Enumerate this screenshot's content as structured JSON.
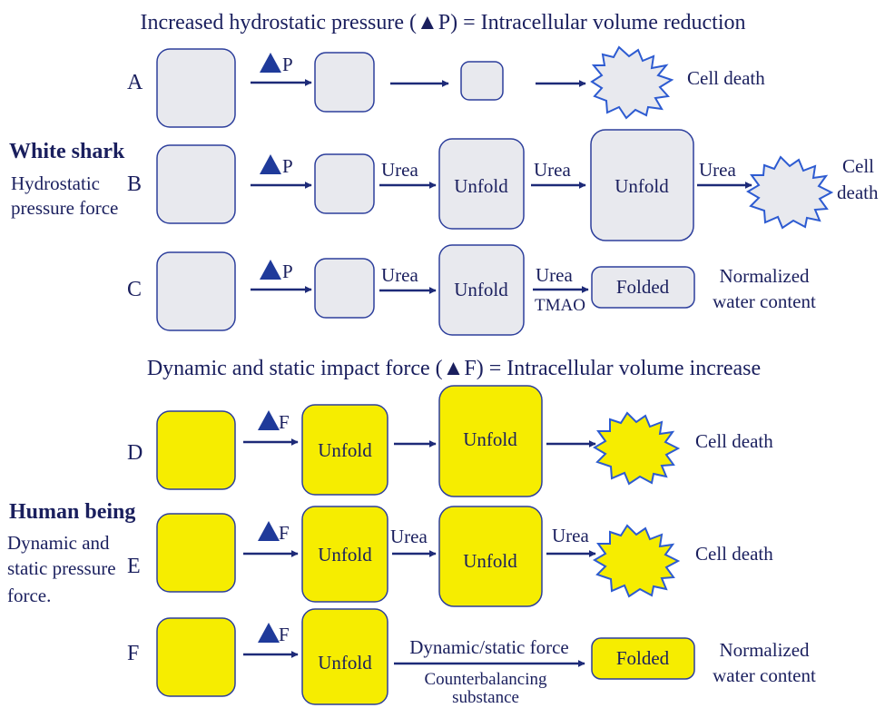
{
  "titles": {
    "pressure": "Increased hydrostatic pressure (▲P) = Intracellular volume reduction",
    "force": "Dynamic and static impact force (▲F) = Intracellular volume increase"
  },
  "groups": {
    "shark": {
      "name": "White shark",
      "desc_line1": "Hydrostatic",
      "desc_line2": "pressure force"
    },
    "human": {
      "name": "Human being",
      "desc_line1": "Dynamic and",
      "desc_line2": "static pressure",
      "desc_line3": "force."
    }
  },
  "rows": {
    "A": {
      "label": "A",
      "trigger": "P",
      "outcome": "Cell death"
    },
    "B": {
      "label": "B",
      "trigger": "P",
      "agent1": "Urea",
      "box1": "Unfold",
      "agent2": "Urea",
      "box2": "Unfold",
      "agent3": "Urea",
      "outcome_line1": "Cell",
      "outcome_line2": "death"
    },
    "C": {
      "label": "C",
      "trigger": "P",
      "agent1": "Urea",
      "box1": "Unfold",
      "agent2_top": "Urea",
      "agent2_bottom": "TMAO",
      "box2": "Folded",
      "outcome_line1": "Normalized",
      "outcome_line2": "water content"
    },
    "D": {
      "label": "D",
      "trigger": "F",
      "box1": "Unfold",
      "box2": "Unfold",
      "outcome": "Cell death"
    },
    "E": {
      "label": "E",
      "trigger": "F",
      "box1": "Unfold",
      "agent1": "Urea",
      "box2": "Unfold",
      "agent2": "Urea",
      "outcome": "Cell death"
    },
    "F": {
      "label": "F",
      "trigger": "F",
      "box1": "Unfold",
      "agent_top": "Dynamic/static force",
      "agent_bottom_line1": "Counterbalancing",
      "agent_bottom_line2": "substance",
      "box2": "Folded",
      "outcome_line1": "Normalized",
      "outcome_line2": "water content"
    }
  },
  "colors": {
    "text": "#1a1f5e",
    "arrow": "#1d2a78",
    "cell_grey": "#e8e9ee",
    "cell_yellow": "#f6ed00",
    "outline": "#2d3f9c"
  }
}
